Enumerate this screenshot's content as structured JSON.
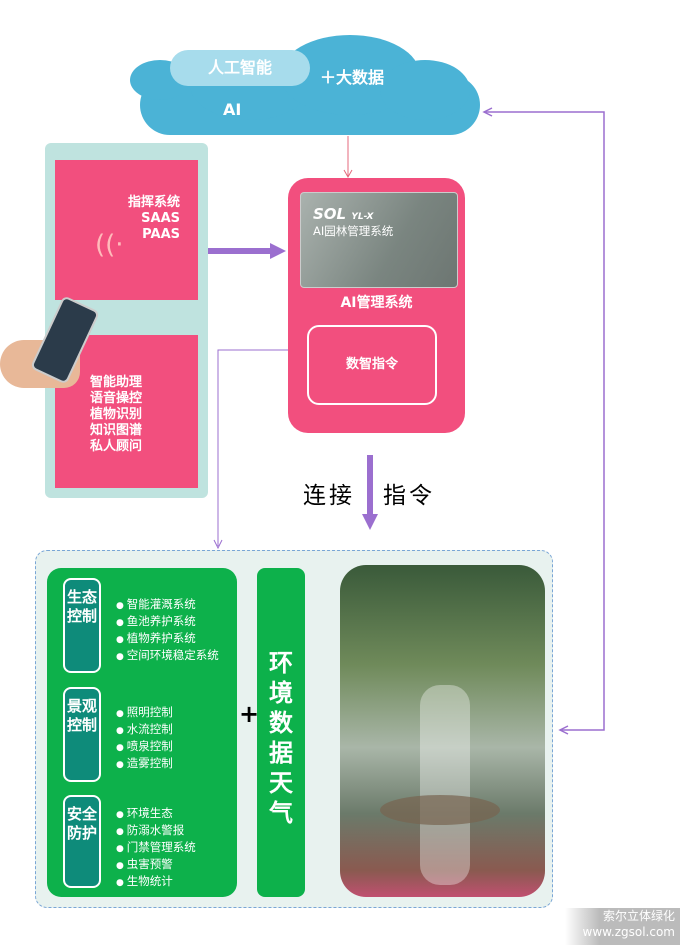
{
  "cloud": {
    "bubble": "人工智能",
    "plus_label": "＋大数据",
    "main": "AI"
  },
  "left_panel": {
    "top_box": [
      "指挥系统",
      "SAAS",
      "PAAS"
    ],
    "bottom_box": [
      "智能助理",
      "语音操控",
      "植物识别",
      "知识图谱",
      "私人顾问"
    ]
  },
  "device": {
    "brand": "SOL",
    "model": "YL-X",
    "screen_title": "AI园林管理系统",
    "title": "AI管理系统",
    "button": "数智指令"
  },
  "connect": {
    "left": "连接",
    "right": "指令"
  },
  "controls": [
    {
      "title": "生态控制",
      "items": [
        "智能灌溉系统",
        "鱼池养护系统",
        "植物养护系统",
        "空间环境稳定系统"
      ]
    },
    {
      "title": "景观控制",
      "items": [
        "照明控制",
        "水流控制",
        "喷泉控制",
        "造雾控制"
      ]
    },
    {
      "title": "安全防护",
      "items": [
        "环境生态",
        "防溺水警报",
        "门禁管理系统",
        "虫害预警",
        "生物统计"
      ]
    }
  ],
  "plus": "+",
  "env_column": "环境数据天气",
  "watermark": {
    "name": "索尔立体绿化",
    "url": "www.zgsol.com"
  },
  "colors": {
    "pink": "#f24f7e",
    "green": "#0db14b",
    "teal": "#0e8b7a",
    "purple": "#9b6fcf",
    "cloud": "#4bb3d6"
  }
}
